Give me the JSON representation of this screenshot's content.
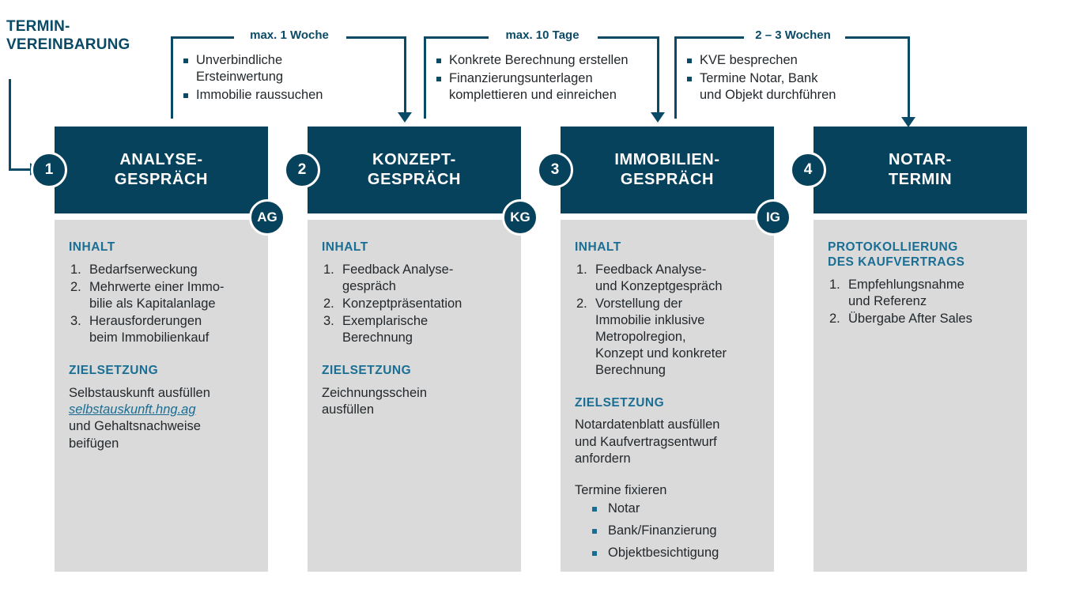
{
  "entry": {
    "label": "TERMIN-\nVEREINBARUNG"
  },
  "colors": {
    "navy": "#06425c",
    "accent_blue": "#1a6e94",
    "panel_gray": "#dadada",
    "body_text": "#23282c"
  },
  "brackets": [
    {
      "title": "max. 1 Woche",
      "items": [
        "Unverbindliche\nErsteinwertung",
        "Immobilie raussuchen"
      ]
    },
    {
      "title": "max. 10 Tage",
      "items": [
        "Konkrete Berechnung erstellen",
        "Finanzierungsunterlagen\nkomplettieren und einreichen"
      ]
    },
    {
      "title": "2 – 3 Wochen",
      "items": [
        "KVE besprechen",
        "Termine Notar, Bank\nund Objekt durchführen"
      ]
    }
  ],
  "columns": [
    {
      "number": "1",
      "badge": "AG",
      "title": "ANALYSE-\nGESPRÄCH",
      "sections": [
        {
          "heading": "INHALT",
          "type": "ordered",
          "items": [
            "Bedarfserweckung",
            "Mehrwerte einer Immo-\nbilie als Kapitalanlage",
            "Herausforderungen\nbeim Immobilienkauf"
          ]
        },
        {
          "heading": "ZIELSETZUNG",
          "type": "text",
          "text_before": "Selbstauskunft ausfüllen",
          "link": "selbstauskunft.hng.ag",
          "text_after": "und Gehaltsnachweise\nbeifügen"
        }
      ]
    },
    {
      "number": "2",
      "badge": "KG",
      "title": "KONZEPT-\nGESPRÄCH",
      "sections": [
        {
          "heading": "INHALT",
          "type": "ordered",
          "items": [
            "Feedback Analyse-\ngespräch",
            "Konzeptpräsentation",
            "Exemplarische\nBerechnung"
          ]
        },
        {
          "heading": "ZIELSETZUNG",
          "type": "text",
          "text_before": "Zeichnungsschein\nausfüllen"
        }
      ]
    },
    {
      "number": "3",
      "badge": "IG",
      "title": "IMMOBILIEN-\nGESPRÄCH",
      "sections": [
        {
          "heading": "INHALT",
          "type": "ordered",
          "items": [
            "Feedback Analyse-\nund Konzeptgespräch",
            "Vorstellung der\nImmobilie inklusive\nMetropolregion,\nKonzept und konkreter\nBerechnung"
          ]
        },
        {
          "heading": "ZIELSETZUNG",
          "type": "text",
          "text_before": "Notardatenblatt ausfüllen\nund Kaufvertragsentwurf\nanfordern",
          "sub_intro": "Termine fixieren",
          "sub_items": [
            "Notar",
            "Bank/Finanzierung",
            "Objektbesichtigung"
          ]
        }
      ]
    },
    {
      "number": "4",
      "badge": "",
      "title": "NOTAR-\nTERMIN",
      "sections": [
        {
          "heading": "PROTOKOLLIERUNG\nDES KAUFVERTRAGS",
          "type": "ordered",
          "items": [
            "Empfehlungsnahme\nund Referenz",
            "Übergabe After Sales"
          ]
        }
      ]
    }
  ]
}
